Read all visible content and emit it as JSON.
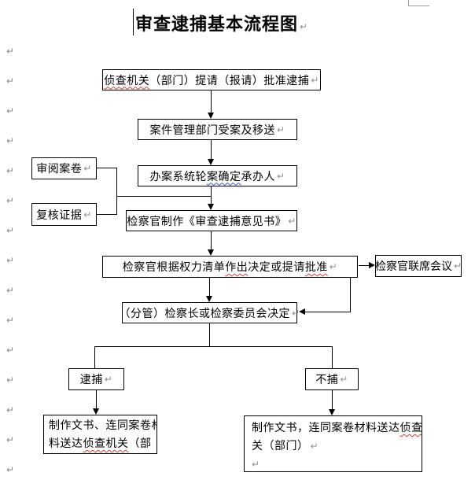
{
  "page": {
    "title": "审查逮捕基本流程图",
    "pilcrow": "↵"
  },
  "colors": {
    "spell_error": "#e03a2f",
    "grammar_mark": "#3a55c4",
    "line": "#000000"
  },
  "flowchart": {
    "box1": {
      "marked": "侦查机关",
      "rest": "（部门）提请（报请）批准逮捕"
    },
    "box2": {
      "text": "案件管理部门受案及移送"
    },
    "box3": {
      "pre": "办案系统轮",
      "marked": "案确定",
      "post": "承办人"
    },
    "box4": {
      "text": "检察官制作《审查逮捕意见书》"
    },
    "box5": {
      "pre": "检察官根据权力清单",
      "marked1": "作出",
      "mid": "决定或提请",
      "marked2": "批准"
    },
    "side_review": {
      "text": "审阅案卷"
    },
    "side_verify": {
      "text": "复核证据"
    },
    "meeting": {
      "text": "检察官联席会议"
    },
    "box6": {
      "text": "（分管）检察长或检察委员会决定"
    },
    "arrest": {
      "text": "逮捕"
    },
    "no_arrest": {
      "text": "不捕"
    },
    "bottom_left": {
      "line1": "制作文书、连同案卷材",
      "line2_pre": "料送达",
      "line2_marked": "侦查机关",
      "line2_post": "（部"
    },
    "bottom_right": {
      "line1_pre": "制作文书，连同案卷材料送达",
      "line1_marked": "侦查机",
      "line2": "关（部门）"
    }
  }
}
